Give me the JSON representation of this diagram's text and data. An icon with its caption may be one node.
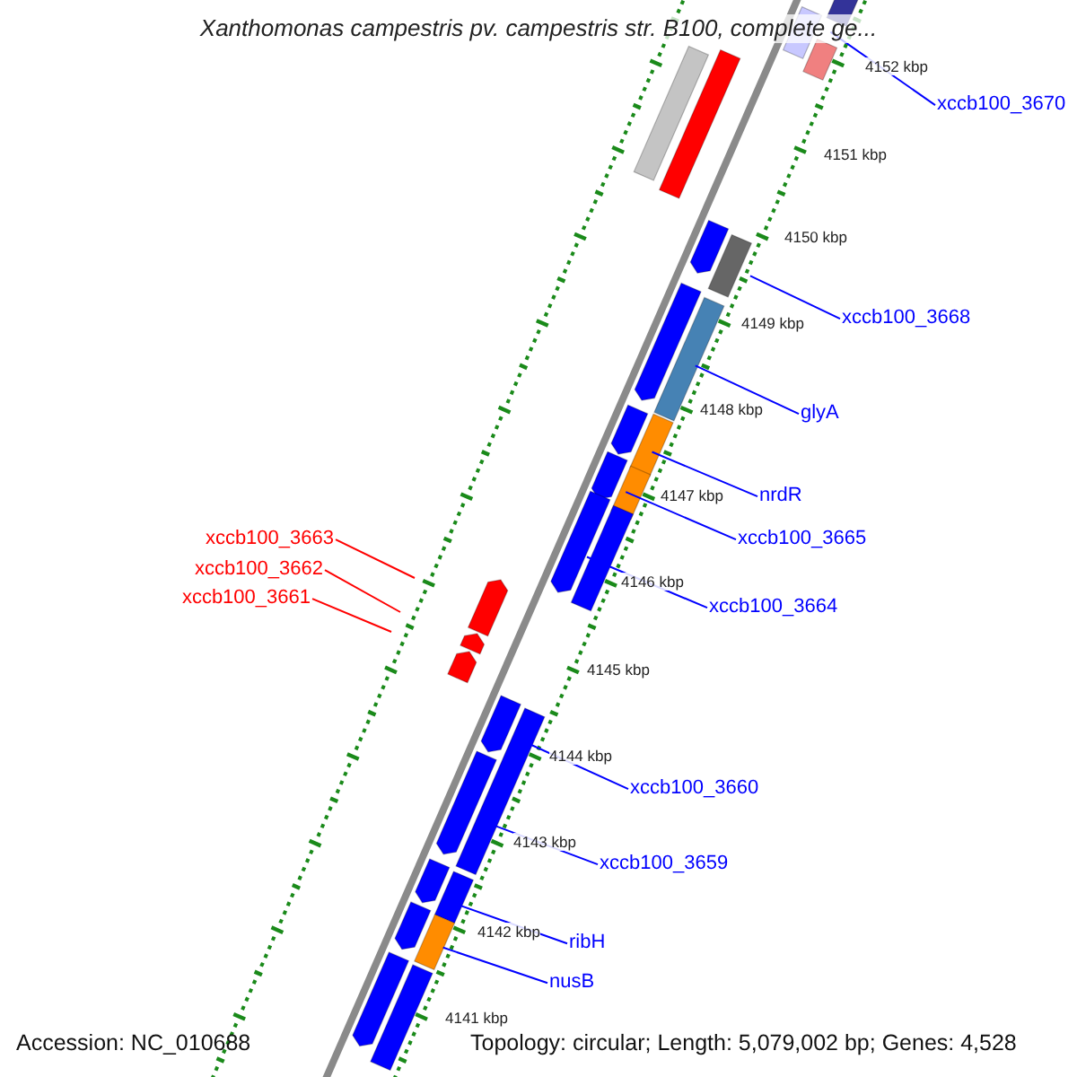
{
  "diagram": {
    "title": "Xanthomonas campestris pv. campestris str. B100, complete ge...",
    "nodes": [
      {
        "text": [
          "xccb100_3670"
        ]
      },
      {
        "text": [
          "xccb100_3668"
        ]
      },
      {
        "text": [
          "glyA"
        ]
      },
      {
        "text": [
          "nrdR"
        ]
      },
      {
        "text": [
          "xccb100_3663"
        ]
      },
      {
        "text": [
          "xccb100_3665"
        ]
      },
      {
        "text": [
          "xccb100_3662"
        ]
      },
      {
        "text": [
          "xccb100_3661"
        ]
      },
      {
        "text": [
          "xccb100_3664"
        ]
      },
      {
        "text": [
          "xccb100_3660"
        ]
      },
      {
        "text": [
          "xccb100_3659"
        ]
      },
      {
        "text": [
          "ribH"
        ]
      },
      {
        "text": [
          "nusB"
        ]
      }
    ],
    "edges": [
      {
        "from": 0,
        "to": null,
        "arrow": "none"
      },
      {
        "from": 1,
        "to": null,
        "arrow": "none"
      },
      {
        "from": 2,
        "to": null,
        "arrow": "none"
      },
      {
        "from": 3,
        "to": null,
        "arrow": "none"
      },
      {
        "from": 4,
        "to": null,
        "arrow": "none",
        "color": "#ff0000"
      },
      {
        "from": 5,
        "to": null,
        "arrow": "none"
      },
      {
        "from": 6,
        "to": null,
        "arrow": "none",
        "color": "#ff0000"
      },
      {
        "from": 7,
        "to": null,
        "arrow": "none",
        "color": "#ff0000"
      },
      {
        "from": 8,
        "to": null,
        "arrow": "none"
      },
      {
        "from": 9,
        "to": null,
        "arrow": "none"
      },
      {
        "from": 10,
        "to": null,
        "arrow": "none"
      },
      {
        "from": 11,
        "to": null,
        "arrow": "none"
      },
      {
        "from": 12,
        "to": null,
        "arrow": "none"
      }
    ],
    "labels": [
      "4152 kbp",
      "4151 kbp",
      "4150 kbp",
      "4149 kbp",
      "4148 kbp",
      "4147 kbp",
      "4146 kbp",
      "4145 kbp",
      "4144 kbp",
      "4143 kbp",
      "4142 kbp",
      "4141 kbp",
      "Accession: NC_010688",
      "Topology: circular; Length: 5,079,002 bp; Genes: 4,528"
    ]
  }
}
